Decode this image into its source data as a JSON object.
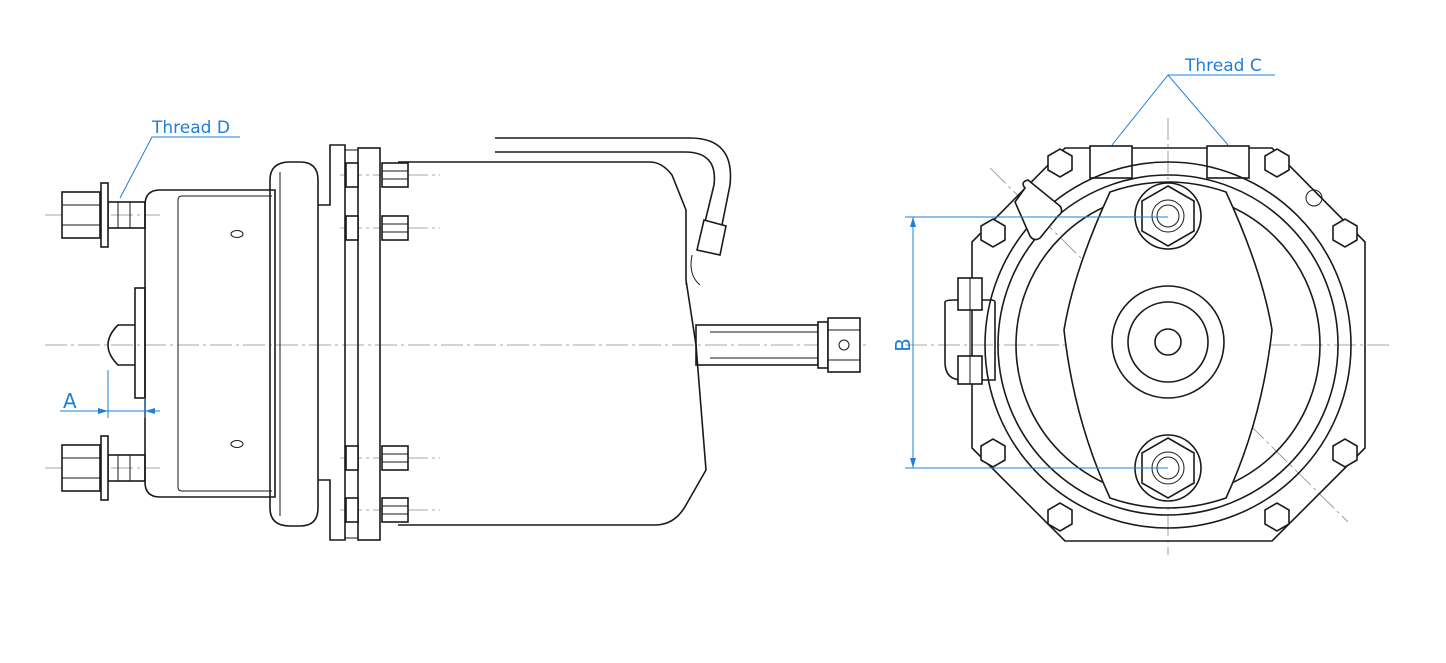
{
  "labels": {
    "thread_d": "Thread D",
    "thread_c": "Thread C",
    "dim_a": "A",
    "dim_b": "B"
  },
  "colors": {
    "line": "#1a1a1a",
    "dimension": "#1f7fd8",
    "centerline": "#8a8a8a"
  }
}
